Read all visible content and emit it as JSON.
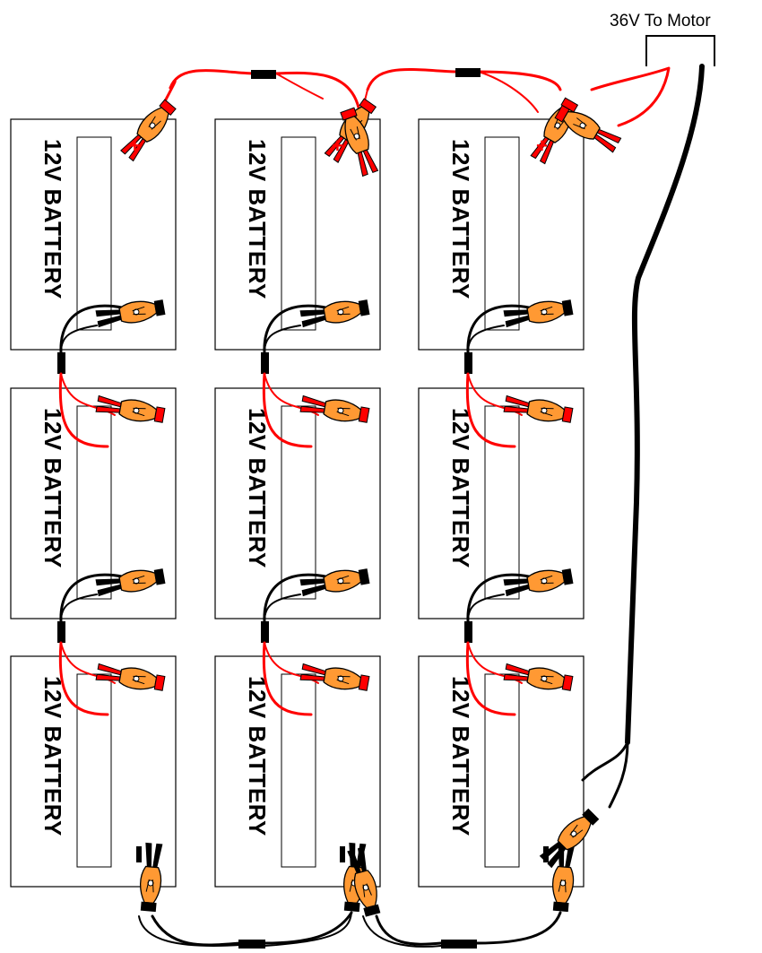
{
  "motor_label": "36V To Motor",
  "battery_label": "12V BATTERY",
  "rows": 3,
  "columns": 3,
  "colors": {
    "positive_wire": "#ff0000",
    "negative_wire": "#000000",
    "clamp": "#ff9933",
    "battery_fill": "#ffffff",
    "battery_outline": "#000000"
  },
  "icons": {
    "positive_terminal": "plus-terminal",
    "negative_terminal": "minus-terminal",
    "clamp": "alligator-clip"
  }
}
